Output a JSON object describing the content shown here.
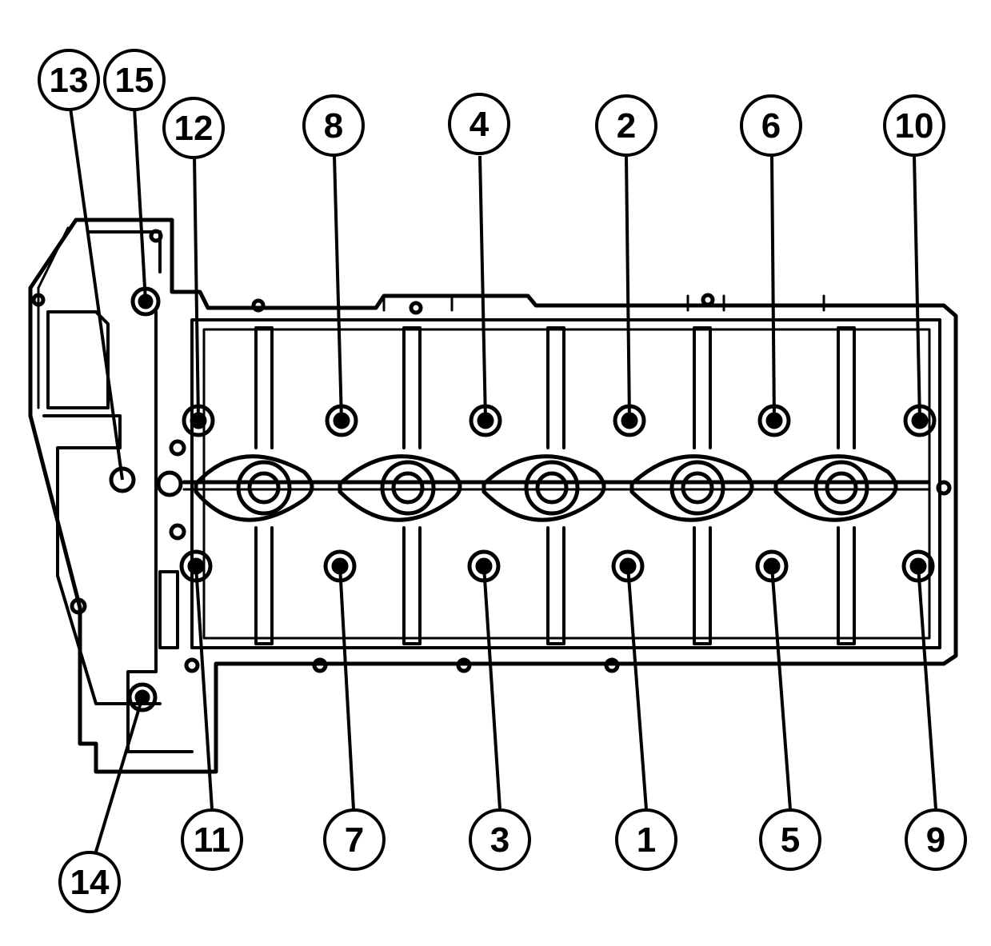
{
  "colors": {
    "ink": "#000000",
    "paper": "#ffffff"
  },
  "callouts": [
    {
      "id": "c13",
      "label": "13"
    },
    {
      "id": "c15",
      "label": "15"
    },
    {
      "id": "c12",
      "label": "12"
    },
    {
      "id": "c8",
      "label": "8"
    },
    {
      "id": "c4",
      "label": "4"
    },
    {
      "id": "c2",
      "label": "2"
    },
    {
      "id": "c6",
      "label": "6"
    },
    {
      "id": "c10",
      "label": "10"
    },
    {
      "id": "c11",
      "label": "11"
    },
    {
      "id": "c7",
      "label": "7"
    },
    {
      "id": "c3",
      "label": "3"
    },
    {
      "id": "c1",
      "label": "1"
    },
    {
      "id": "c5",
      "label": "5"
    },
    {
      "id": "c9",
      "label": "9"
    },
    {
      "id": "c14",
      "label": "14"
    }
  ]
}
